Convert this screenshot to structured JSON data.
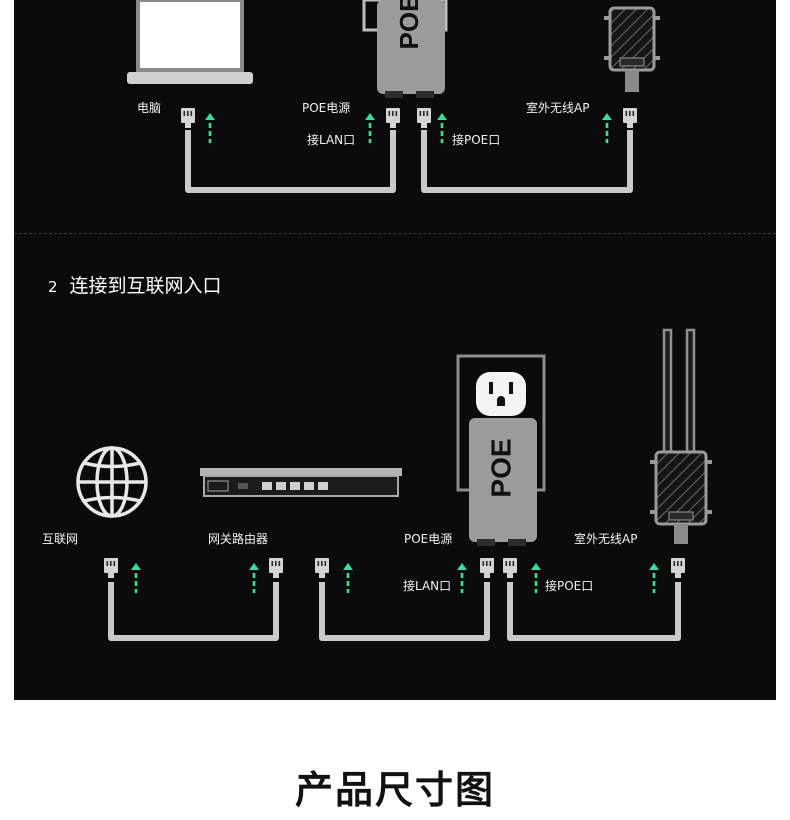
{
  "section1": {
    "labels": {
      "computer": "电脑",
      "poe_power": "POE电源",
      "outdoor_ap": "室外无线AP",
      "lan_port": "接LAN口",
      "poe_port": "接POE口"
    },
    "poe_device_text": "POE"
  },
  "section2": {
    "step_number": "2",
    "step_title": "连接到互联网入口",
    "labels": {
      "internet": "互联网",
      "gateway_router": "网关路由器",
      "poe_power": "POE电源",
      "outdoor_ap": "室外无线AP",
      "lan_port": "接LAN口",
      "poe_port": "接POE口"
    },
    "poe_device_text": "POE"
  },
  "footer": {
    "title": "产品尺寸图"
  },
  "colors": {
    "background": "#0b0b0b",
    "cable": "#c9c9c9",
    "arrow": "#2fe39a",
    "device": "#9b9b9b"
  }
}
